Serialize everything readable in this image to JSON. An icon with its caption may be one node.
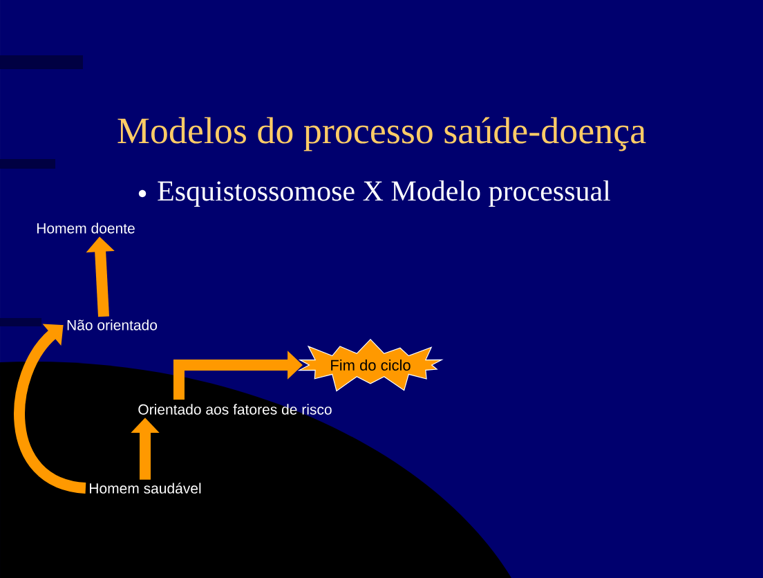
{
  "diagram": {
    "title": "Modelos do processo saúde-doença",
    "nodes": [
      {
        "text": [
          "Homem doente"
        ]
      },
      {
        "text": [
          "Não orientado"
        ]
      },
      {
        "text": [
          "Orientado aos fatores de risco"
        ]
      },
      {
        "text": [
          "Fim do ciclo"
        ]
      },
      {
        "text": [
          "Homem saudável"
        ]
      }
    ],
    "edges": [
      {
        "from": 1,
        "to": 0,
        "arrow": "to"
      },
      {
        "from": 4,
        "to": 1,
        "arrow": "to"
      },
      {
        "from": 4,
        "to": 2,
        "arrow": "to"
      },
      {
        "from": 2,
        "to": 3,
        "arrow": "to"
      }
    ],
    "labels": [
      "Esquistossomose X Modelo processual"
    ]
  }
}
